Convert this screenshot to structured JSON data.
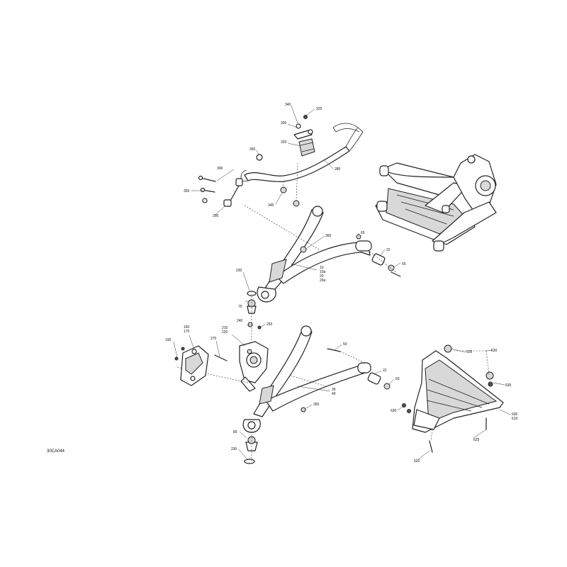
{
  "diagram": {
    "reference_code": "30CA044",
    "callouts": {
      "c340": "340",
      "c325": "325",
      "c330": "330",
      "c320": "320",
      "c350": "350",
      "c300": "300",
      "c355": "355",
      "c290": "290",
      "c345": "345",
      "c280": "280",
      "c360": "360",
      "c65": "65",
      "c22a": "22",
      "c55": "55",
      "c10": "10",
      "c10a": "10a",
      "c20": "20",
      "c20a": "20a",
      "c230a": "230",
      "c70": "70",
      "c240": "240",
      "c250": "250",
      "c160": "160",
      "c170": "170",
      "c210": "210",
      "c220": "220",
      "c190": "190",
      "c270": "270",
      "c50": "50",
      "c22b": "22",
      "c60": "60",
      "c30": "30",
      "c40": "40",
      "c265": "265",
      "c80": "80",
      "c230b": "230",
      "c635a": "635",
      "c630a": "630",
      "c635b": "635",
      "c630b": "630",
      "c600": "600",
      "c610": "610",
      "c625": "625",
      "c620": "620"
    }
  }
}
